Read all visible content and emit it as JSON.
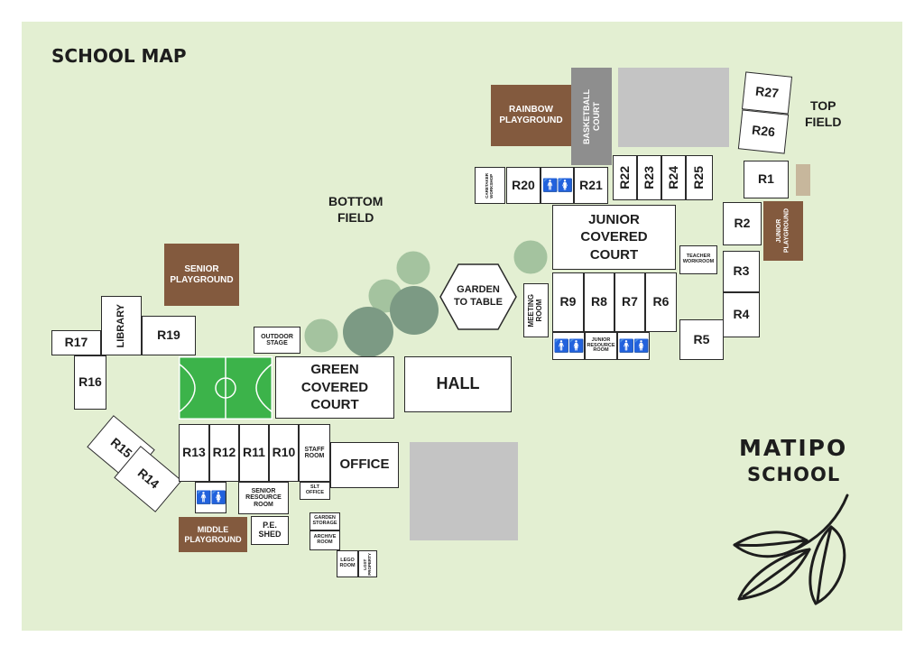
{
  "map": {
    "title": "SCHOOL MAP",
    "logo": {
      "line1": "MATIPO",
      "line2": "SCHOOL"
    },
    "fields": {
      "bottom": "BOTTOM\nFIELD",
      "top": "TOP\nFIELD"
    },
    "playgrounds": {
      "rainbow": "RAINBOW\nPLAYGROUND",
      "senior": "SENIOR\nPLAYGROUND",
      "middle": "MIDDLE\nPLAYGROUND",
      "junior": "JUNIOR\nPLAYGROUND"
    },
    "basketball": "BASKETBALL\nCOURT",
    "rooms": {
      "r1": "R1",
      "r2": "R2",
      "r3": "R3",
      "r4": "R4",
      "r5": "R5",
      "r6": "R6",
      "r7": "R7",
      "r8": "R8",
      "r9": "R9",
      "r10": "R10",
      "r11": "R11",
      "r12": "R12",
      "r13": "R13",
      "r14": "R14",
      "r15": "R15",
      "r16": "R16",
      "r17": "R17",
      "r19": "R19",
      "r20": "R20",
      "r21": "R21",
      "r22": "R22",
      "r23": "R23",
      "r24": "R24",
      "r25": "R25",
      "r26": "R26",
      "r27": "R27"
    },
    "facilities": {
      "library": "LIBRARY",
      "outdoor_stage": "OUTDOOR\nSTAGE",
      "green_court": "GREEN\nCOVERED\nCOURT",
      "hall": "HALL",
      "junior_court": "JUNIOR\nCOVERED\nCOURT",
      "garden": "GARDEN\nTO TABLE",
      "meeting": "MEETING\nROOM",
      "caretaker": "CARETAKER\nWORKSHOP",
      "teacher": "TEACHER\nWORKROOM",
      "junior_resource": "JUNIOR\nRESOURCE\nROOM",
      "staff_room": "STAFF\nROOM",
      "office": "OFFICE",
      "slt": "SLT\nOFFICE",
      "senior_resource": "SENIOR\nRESOURCE\nROOM",
      "pe_shed": "P.E.\nSHED",
      "garden_storage": "GARDEN\nSTORAGE",
      "archive": "ARCHIVE\nROOM",
      "lego": "LEGO\nROOM",
      "lost": "LOST\nPROPERTY"
    },
    "toilet_icon": "toilet-icon",
    "colors": {
      "background": "#e3efd2",
      "playground": "#835a3e",
      "court_green": "#3cb34a",
      "basketball": "#8e8e8e",
      "tree": "#7c9a84"
    }
  }
}
